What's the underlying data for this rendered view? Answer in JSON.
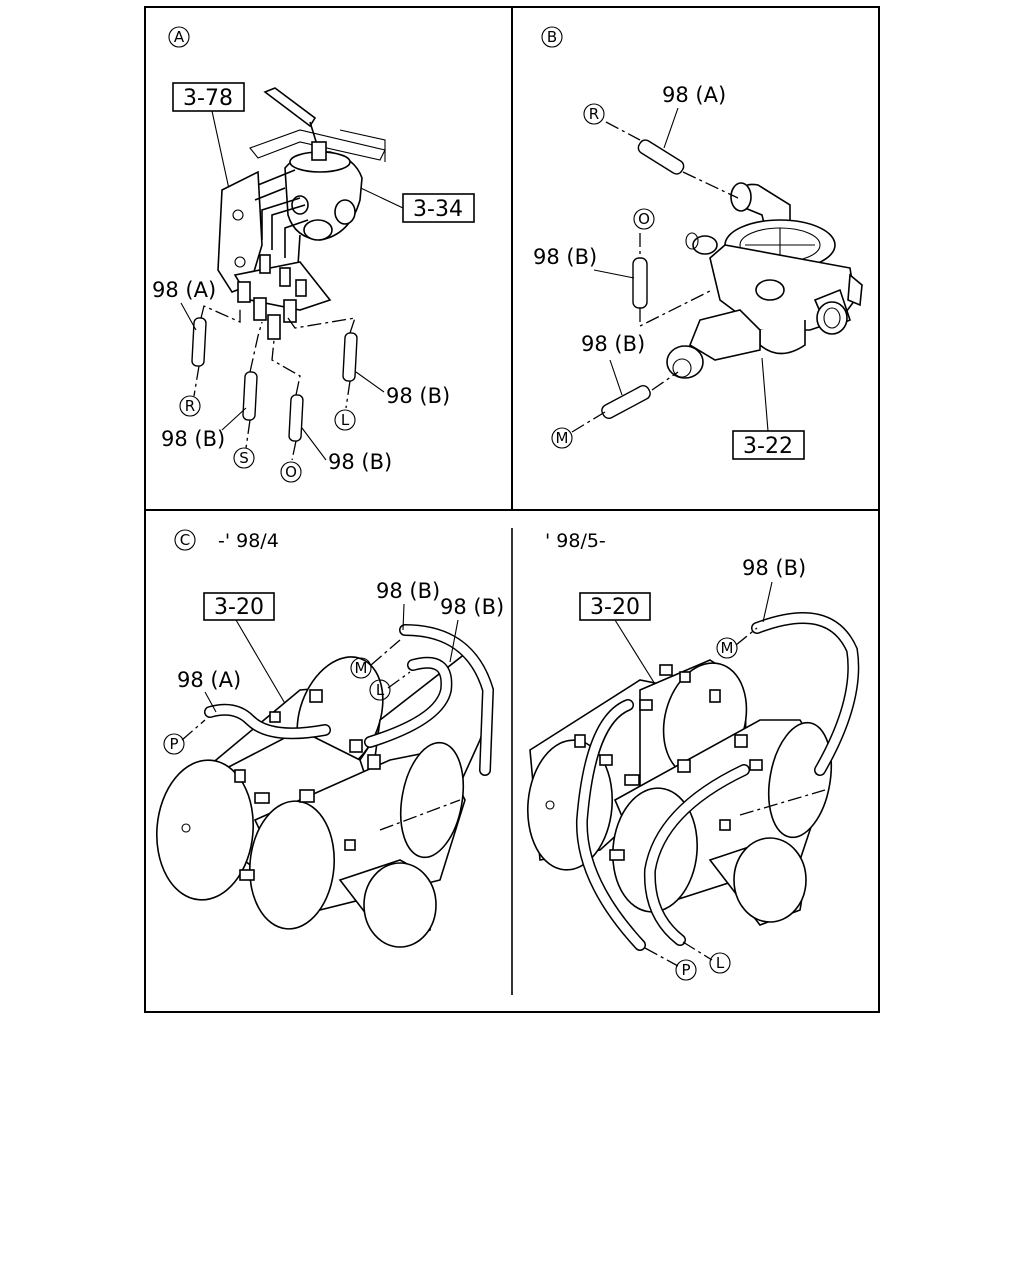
{
  "panels": {
    "A": {
      "marker": "A",
      "ref_bracket": "3-78",
      "ref_valve": "3-34",
      "hose_labels": [
        "98 (A)",
        "98 (B)",
        "98 (B)",
        "98 (B)"
      ],
      "port_markers": [
        "R",
        "S",
        "O",
        "L"
      ]
    },
    "B": {
      "marker": "B",
      "ref_valve": "3-22",
      "hose_labels": [
        "98 (A)",
        "98 (B)",
        "98 (B)"
      ],
      "port_markers": [
        "R",
        "O",
        "M"
      ]
    },
    "C_left": {
      "marker": "C",
      "range": "-' 98/4",
      "ref_tank": "3-20",
      "hose_labels": [
        "98 (B)",
        "98 (B)",
        "98 (A)"
      ],
      "port_markers": [
        "M",
        "L",
        "P"
      ]
    },
    "C_right": {
      "range": "' 98/5-",
      "ref_tank": "3-20",
      "hose_labels": [
        "98 (B)"
      ],
      "port_markers": [
        "M",
        "P",
        "L"
      ]
    }
  },
  "colors": {
    "ink": "#000000",
    "paper": "#ffffff"
  }
}
